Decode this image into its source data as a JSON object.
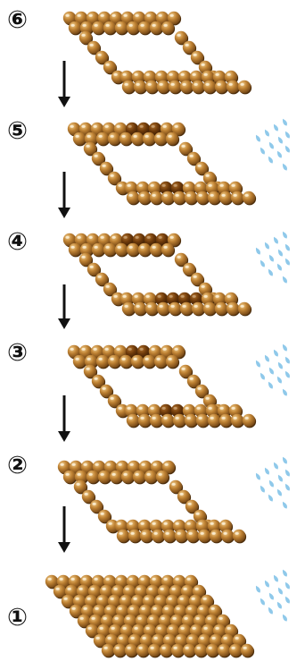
{
  "steps": [
    {
      "number": "⑥",
      "water_spray": false,
      "darkened_beads": 0
    },
    {
      "number": "⑤",
      "water_spray": true,
      "darkened_beads": 5
    },
    {
      "number": "④",
      "water_spray": true,
      "darkened_beads": 8
    },
    {
      "number": "③",
      "water_spray": true,
      "darkened_beads": 4
    },
    {
      "number": "②",
      "water_spray": true,
      "darkened_beads": 0
    },
    {
      "number": "①",
      "water_spray": true,
      "darkened_beads": 0
    }
  ],
  "colors": {
    "bead": "#b87a32",
    "bead_dark": "#6e3f0d",
    "bead_shadow": "#4d2e0c",
    "water": "#8fc9ea",
    "arrow": "#111111"
  }
}
